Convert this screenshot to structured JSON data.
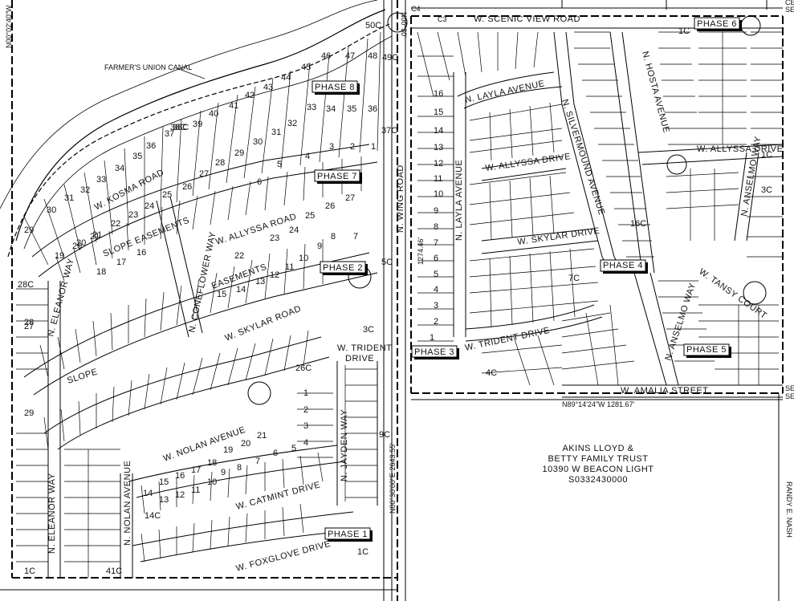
{
  "canal": "FARMER'S UNION CANAL",
  "streets": {
    "scenic_view": "W. SCENIC VIEW ROAD",
    "wing_road": "N. WING ROAD",
    "kosma": "W. KOSMA ROAD",
    "alyssa_west": "W. ALLYSSA ROAD",
    "skylar_west": "W. SKYLAR ROAD",
    "eleanor_north": "N. ELEANOR WAY",
    "eleanor_south": "N. ELEANOR WAY",
    "coneflower": "N. CONEFLOWER WAY",
    "trident_west": "W. TRIDENT DRIVE",
    "jayden": "N. JAYDEN WAY",
    "nolan_ave_w": "W. NOLAN AVENUE",
    "nolan_ave_n": "N. NOLAN AVENUE",
    "catmint": "W. CATMINT DRIVE",
    "foxglove": "W. FOXGLOVE DRIVE",
    "layla_ave_n": "N. LAYLA AVENUE",
    "layla_ave_vert": "N. LAYLA AVENUE",
    "silvermound": "N. SILVERMOUND AVENUE",
    "allyssa_drive": "W. ALLYSSA DRIVE",
    "skylar_drive": "W. SKYLAR DRIVE",
    "trident_east": "W. TRIDENT DRIVE",
    "hosta": "N. HOSTA AVENUE",
    "allyssa_drive_e": "W. ALLYSSA DRIVE",
    "anselmo_n": "N. ANSELMO WAY",
    "anselmo_s": "N. ANSELMO WAY",
    "tansy": "W. TANSY COURT",
    "amalia": "W. AMALIA STREET"
  },
  "easements": {
    "upper": "SLOPE EASEMENTS",
    "middle": "EASEMENTS",
    "lower": "SLOPE"
  },
  "phases": [
    "PHASE 1",
    "PHASE 2",
    "PHASE 3",
    "PHASE 4",
    "PHASE 5",
    "PHASE 6",
    "PHASE 7",
    "PHASE 8"
  ],
  "bearings": {
    "left_edge": "N00°02'40\"W",
    "wing_top": "N00°30'",
    "wing_main": "N00°30'00\"E 2643.55'",
    "layla_dist": "1274.46'",
    "south_line": "N89°14'24\"W 1281.67'"
  },
  "curve_labels": [
    "C3",
    "C4"
  ],
  "parcel": {
    "line1": "AKINS LLOYD &",
    "line2": "BETTY FAMILY TRUST",
    "line3": "10390 W BEACON LIGHT",
    "line4": "S0332430000"
  },
  "right_edge": {
    "se1": "SE",
    "se2": "SE",
    "ce": "CE",
    "se_top": "SE",
    "randy": "RANDY E. NASH"
  },
  "common_lots": [
    "50C",
    "49C",
    "38C",
    "37C",
    "28C",
    "27",
    "26C",
    "16C",
    "9C",
    "3C",
    "5C",
    "7C",
    "4C",
    "14C",
    "1C",
    "41C",
    "1C",
    "3C",
    "1C",
    "1C"
  ],
  "lots": {
    "canal_row": [
      "47",
      "46",
      "45",
      "44",
      "43",
      "42",
      "41",
      "40",
      "39",
      "38C",
      "37",
      "36",
      "35",
      "34",
      "33",
      "32",
      "31",
      "30",
      "29",
      "48"
    ],
    "ph8_inner": [
      "36",
      "35",
      "34",
      "33",
      "32",
      "31",
      "30",
      "29",
      "28",
      "27",
      "26",
      "25",
      "24",
      "23",
      "22",
      "21",
      "20"
    ],
    "w_block": [
      "1",
      "2",
      "3",
      "4",
      "5",
      "6",
      "7",
      "8",
      "9",
      "10",
      "11",
      "12",
      "13",
      "14",
      "15",
      "16",
      "17",
      "18",
      "19",
      "20",
      "21",
      "22",
      "23",
      "24",
      "25",
      "26",
      "27",
      "28",
      "29"
    ],
    "center": [
      "1",
      "2",
      "3",
      "4",
      "5",
      "6",
      "7",
      "8",
      "9",
      "10",
      "11",
      "12",
      "13",
      "14",
      "15",
      "16",
      "17",
      "18",
      "19",
      "20",
      "21"
    ],
    "layla": [
      "16",
      "15",
      "14",
      "13",
      "12",
      "11",
      "10",
      "9",
      "8",
      "7",
      "6",
      "5",
      "4",
      "3",
      "2",
      "1"
    ]
  }
}
